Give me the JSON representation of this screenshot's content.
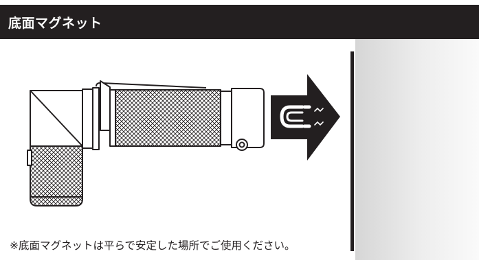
{
  "header": {
    "title": "底面マグネット"
  },
  "note": {
    "text": "※底面マグネットは平らで安定した場所でご使用ください。"
  },
  "icons": {
    "flashlight": "flashlight-icon",
    "arrow": "arrow-right-icon",
    "magnet": "magnet-icon",
    "wall": "metal-surface"
  },
  "colors": {
    "header_bg": "#231f20",
    "header_text": "#ffffff",
    "ink": "#231f20",
    "arrow": "#231f20",
    "surface_light": "#ffffff",
    "surface_dark": "#d9d9d9"
  }
}
